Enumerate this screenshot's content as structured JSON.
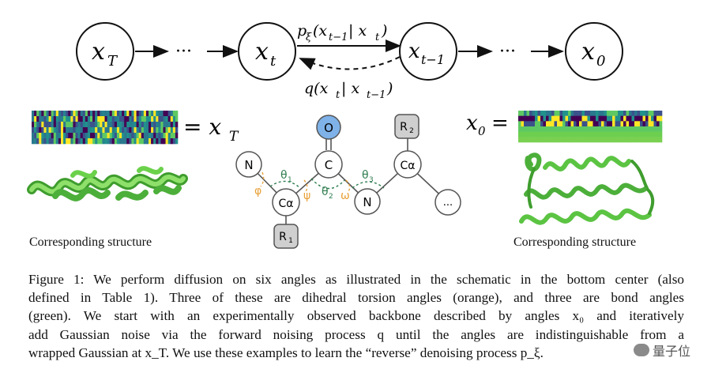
{
  "diagram": {
    "nodes": {
      "x_T": {
        "var": "x",
        "sub": "T"
      },
      "x_t": {
        "var": "x",
        "sub": "t"
      },
      "x_t_minus_1": {
        "var": "x",
        "sub": "t−1"
      },
      "x_0": {
        "var": "x",
        "sub": "0"
      }
    },
    "ellipsis": "···",
    "reverse_label": {
      "fn": "p",
      "fn_sub": "ξ",
      "args": "(x",
      "args_sub": "t−1",
      "mid": " | x",
      "mid_sub": "t",
      "close": ")"
    },
    "forward_label": {
      "fn": "q(x",
      "a_sub": "t",
      "mid": " | x",
      "mid_sub": "t−1",
      "close": ")"
    },
    "eq_left": {
      "eq": "= x",
      "sub": "T"
    },
    "eq_right": {
      "lhs": "x",
      "lhs_sub": "0",
      "eq": "="
    },
    "atoms": {
      "O": "O",
      "C": "C",
      "N1": "N",
      "Ca1": "Cα",
      "R1": "R",
      "R1_sub": "1",
      "N2": "N",
      "Ca2": "Cα",
      "R2": "R",
      "R2_sub": "2",
      "more": "..."
    },
    "angles": {
      "phi": "φ",
      "psi": "ψ",
      "omega": "ω",
      "theta1": "θ",
      "theta1_sub": "1",
      "theta2": "θ",
      "theta2_sub": "2",
      "theta3": "θ",
      "theta3_sub": "3"
    },
    "colors": {
      "dihedral": "#e8a13a",
      "bond": "#2e7d4f",
      "oxygen": "#7fb2e8",
      "sidechain": "#cfcfcf"
    },
    "structure_label_left": "Corresponding structure",
    "structure_label_right": "Corresponding structure"
  },
  "caption": {
    "line1": "Figure 1: We perform diffusion on six angles as illustrated in the schematic in the bottom center (also",
    "line2": "defined in Table 1). Three of these are dihedral torsion angles (orange), and three are bond angles",
    "line3": "(green). We start with an experimentally observed backbone described by angles x₀ and iteratively",
    "line4": "add Gaussian noise via the forward noising process q until the angles are indistinguishable from a",
    "line5": "wrapped Gaussian at x_T. We use these examples to learn the “reverse” denoising process p_ξ."
  },
  "watermark": "量子位"
}
